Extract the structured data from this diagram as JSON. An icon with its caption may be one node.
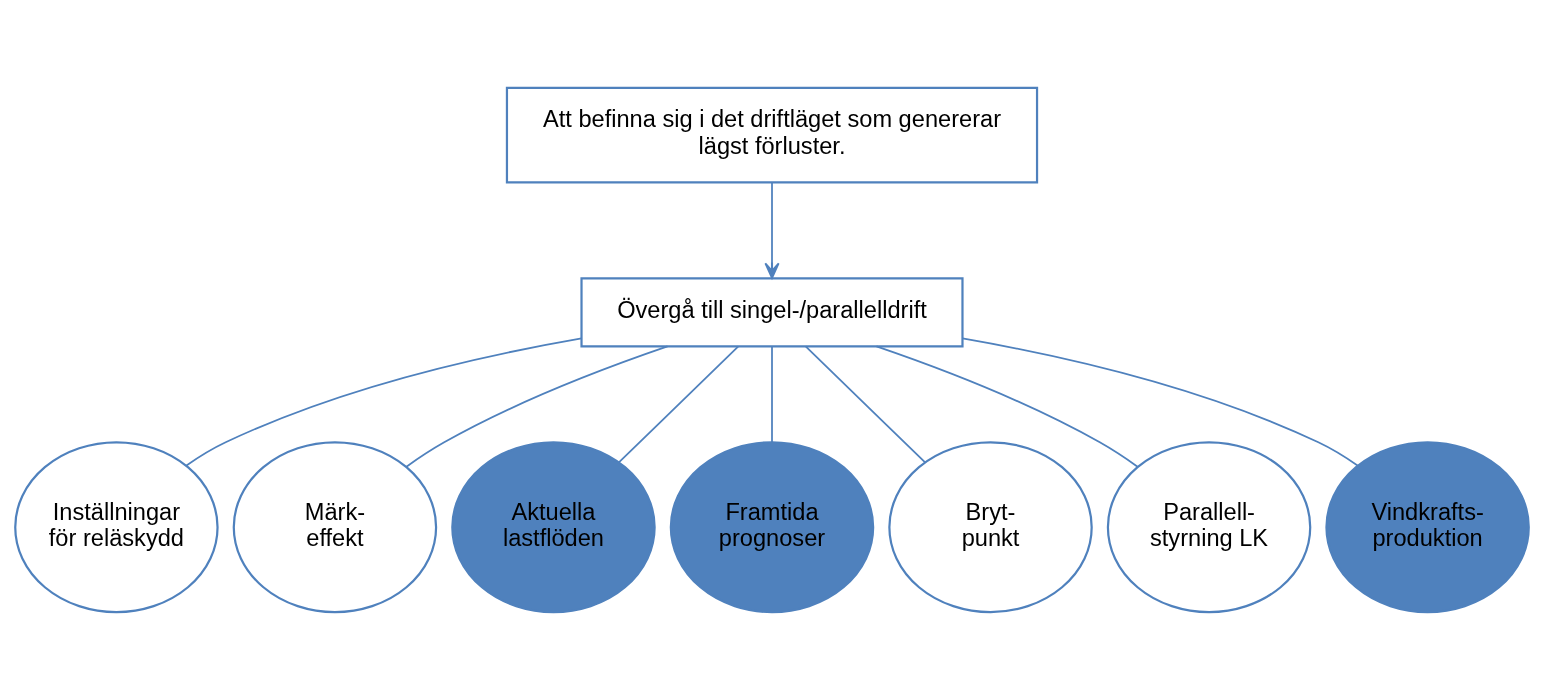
{
  "diagram": {
    "nodes": [
      {
        "text": [
          "Att befinna sig i det driftläget som genererar lägst förluster."
        ]
      },
      {
        "text": [
          "Övergå till singel-/parallelldrift"
        ]
      },
      {
        "text": [
          "Inställningar för reläskydd"
        ]
      },
      {
        "text": [
          "Märk- effekt"
        ]
      },
      {
        "text": [
          "Aktuella lastflöden"
        ]
      },
      {
        "text": [
          "Framtida prognoser"
        ]
      },
      {
        "text": [
          "Bryt- punkt"
        ]
      },
      {
        "text": [
          "Parallell- styrning LK"
        ]
      },
      {
        "text": [
          "Vindkrafts- produktion"
        ]
      }
    ],
    "edges": [
      {
        "from": 0,
        "to": 1,
        "arrow": "to"
      },
      {
        "from": 1,
        "to": 2,
        "arrow": "none"
      },
      {
        "from": 1,
        "to": 3,
        "arrow": "none"
      },
      {
        "from": 1,
        "to": 4,
        "arrow": "none"
      },
      {
        "from": 1,
        "to": 5,
        "arrow": "none"
      },
      {
        "from": 1,
        "to": 6,
        "arrow": "none"
      },
      {
        "from": 1,
        "to": 7,
        "arrow": "none"
      },
      {
        "from": 1,
        "to": 8,
        "arrow": "none"
      }
    ]
  }
}
